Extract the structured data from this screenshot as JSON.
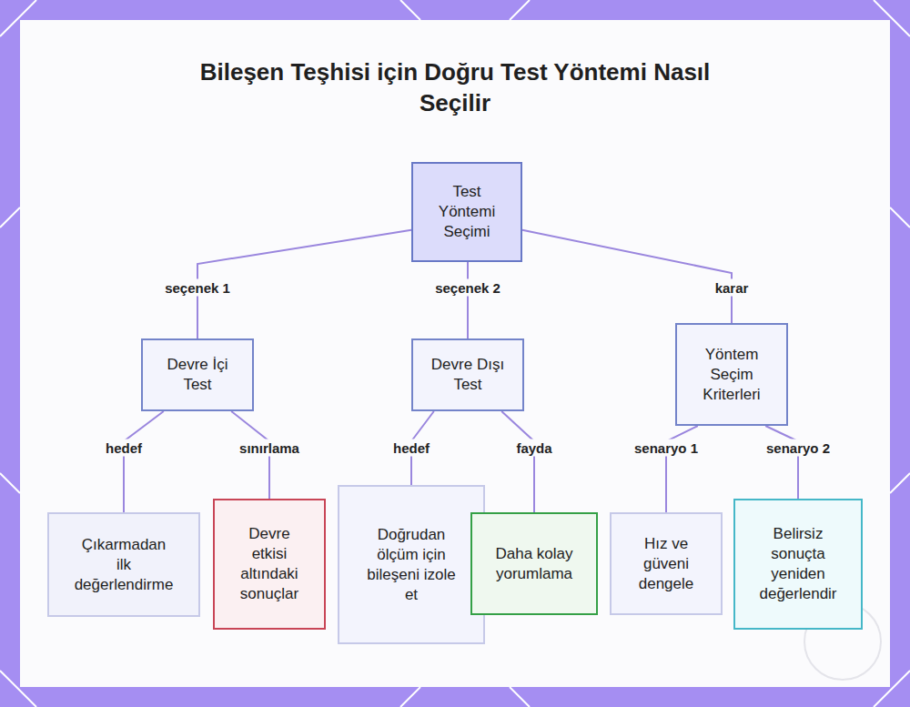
{
  "diagram": {
    "title": "Bileşen Teşhisi için Doğru Test Yöntemi Nasıl Seçilir",
    "nodes": [
      {
        "text": [
          "Test Yöntemi Seçimi"
        ]
      },
      {
        "text": [
          "Devre İçi Test"
        ]
      },
      {
        "text": [
          "Devre Dışı Test"
        ]
      },
      {
        "text": [
          "Yöntem Seçim Kriterleri"
        ]
      },
      {
        "text": [
          "Çıkarmadan ilk değerlendirme"
        ]
      },
      {
        "text": [
          "Devre etkisi altındaki sonuçlar"
        ]
      },
      {
        "text": [
          "Doğrudan ölçüm için bileşeni izole et"
        ]
      },
      {
        "text": [
          "Daha kolay yorumlama"
        ]
      },
      {
        "text": [
          "Hız ve güveni dengele"
        ]
      },
      {
        "text": [
          "Belirsiz sonuçta yeniden değerlendir"
        ]
      }
    ],
    "edges": [
      {
        "from": 0,
        "to": 1,
        "label": "seçenek 1",
        "arrow": "none"
      },
      {
        "from": 0,
        "to": 2,
        "label": "seçenek 2",
        "arrow": "none"
      },
      {
        "from": 0,
        "to": 3,
        "label": "karar",
        "arrow": "none"
      },
      {
        "from": 1,
        "to": 4,
        "label": "hedef",
        "arrow": "none"
      },
      {
        "from": 1,
        "to": 5,
        "label": "sınırlama",
        "arrow": "none"
      },
      {
        "from": 2,
        "to": 6,
        "label": "hedef",
        "arrow": "none"
      },
      {
        "from": 2,
        "to": 7,
        "label": "fayda",
        "arrow": "none"
      },
      {
        "from": 3,
        "to": 8,
        "label": "senaryo 1",
        "arrow": "none"
      },
      {
        "from": 3,
        "to": 9,
        "label": "senaryo 2",
        "arrow": "none"
      }
    ]
  }
}
